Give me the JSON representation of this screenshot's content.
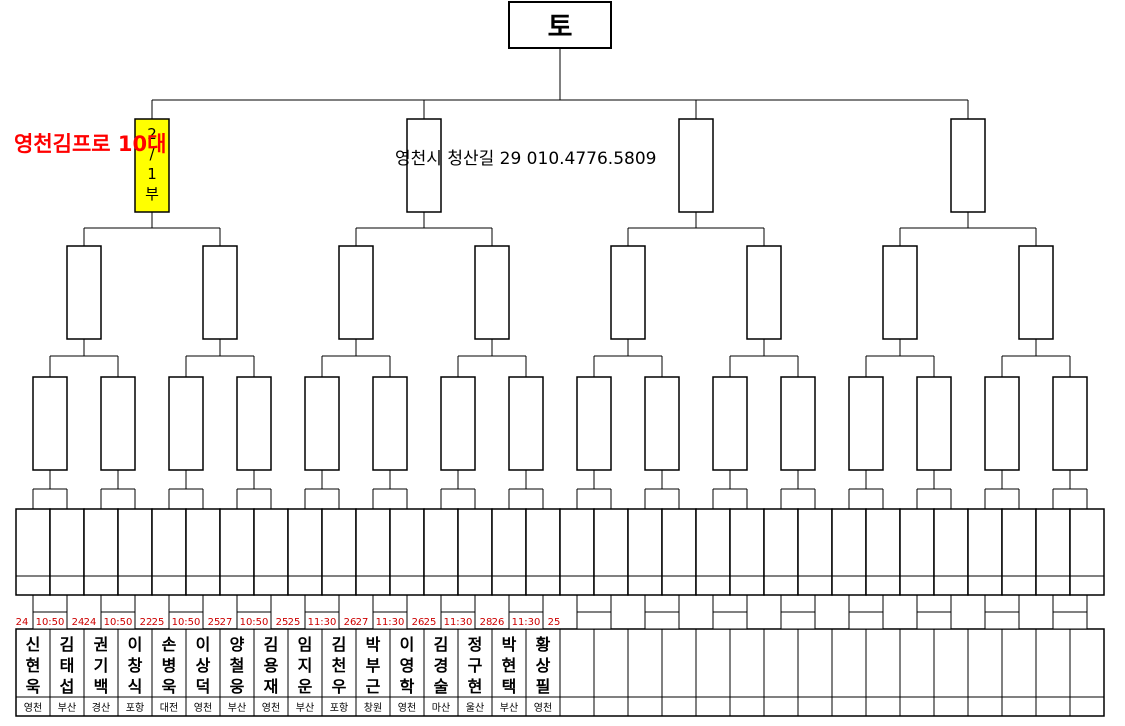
{
  "header": {
    "top_box": "토",
    "title": "영천김프로 10대",
    "address": "영천시 청산길 29  010.4776.5809",
    "highlight_box": "2/1부"
  },
  "colors": {
    "title": "#ff0000",
    "highlight_fill": "#ffff00",
    "score": "#cc0000",
    "line": "#000000"
  },
  "players": [
    {
      "name": "신현욱",
      "region": "영천"
    },
    {
      "name": "김태섭",
      "region": "부산"
    },
    {
      "name": "권기백",
      "region": "경산"
    },
    {
      "name": "이창식",
      "region": "포항"
    },
    {
      "name": "손병욱",
      "region": "대전"
    },
    {
      "name": "이상덕",
      "region": "영천"
    },
    {
      "name": "양철웅",
      "region": "부산"
    },
    {
      "name": "김용재",
      "region": "영천"
    },
    {
      "name": "임지운",
      "region": "부산"
    },
    {
      "name": "김천우",
      "region": "포항"
    },
    {
      "name": "박부근",
      "region": "창원"
    },
    {
      "name": "이영학",
      "region": "영천"
    },
    {
      "name": "김경술",
      "region": "마산"
    },
    {
      "name": "정구현",
      "region": "울산"
    },
    {
      "name": "박현택",
      "region": "부산"
    },
    {
      "name": "황상필",
      "region": "영천"
    },
    {
      "name": "",
      "region": ""
    },
    {
      "name": "",
      "region": ""
    },
    {
      "name": "",
      "region": ""
    },
    {
      "name": "",
      "region": ""
    },
    {
      "name": "",
      "region": ""
    },
    {
      "name": "",
      "region": ""
    },
    {
      "name": "",
      "region": ""
    },
    {
      "name": "",
      "region": ""
    },
    {
      "name": "",
      "region": ""
    },
    {
      "name": "",
      "region": ""
    },
    {
      "name": "",
      "region": ""
    },
    {
      "name": "",
      "region": ""
    },
    {
      "name": "",
      "region": ""
    },
    {
      "name": "",
      "region": ""
    },
    {
      "name": "",
      "region": ""
    },
    {
      "name": "",
      "region": ""
    }
  ],
  "matches": [
    {
      "score_left": "24",
      "time": "10:50",
      "score_right": "24"
    },
    {
      "score_left": "24",
      "time": "10:50",
      "score_right": "22"
    },
    {
      "score_left": "25",
      "time": "10:50",
      "score_right": "25"
    },
    {
      "score_left": "27",
      "time": "10:50",
      "score_right": "25"
    },
    {
      "score_left": "25",
      "time": "11:30",
      "score_right": "26"
    },
    {
      "score_left": "27",
      "time": "11:30",
      "score_right": "26"
    },
    {
      "score_left": "25",
      "time": "11:30",
      "score_right": "28"
    },
    {
      "score_left": "26",
      "time": "11:30",
      "score_right": "25"
    },
    {
      "score_left": "",
      "time": "",
      "score_right": ""
    },
    {
      "score_left": "",
      "time": "",
      "score_right": ""
    },
    {
      "score_left": "",
      "time": "",
      "score_right": ""
    },
    {
      "score_left": "",
      "time": "",
      "score_right": ""
    },
    {
      "score_left": "",
      "time": "",
      "score_right": ""
    },
    {
      "score_left": "",
      "time": "",
      "score_right": ""
    },
    {
      "score_left": "",
      "time": "",
      "score_right": ""
    },
    {
      "score_left": "",
      "time": "",
      "score_right": ""
    }
  ]
}
